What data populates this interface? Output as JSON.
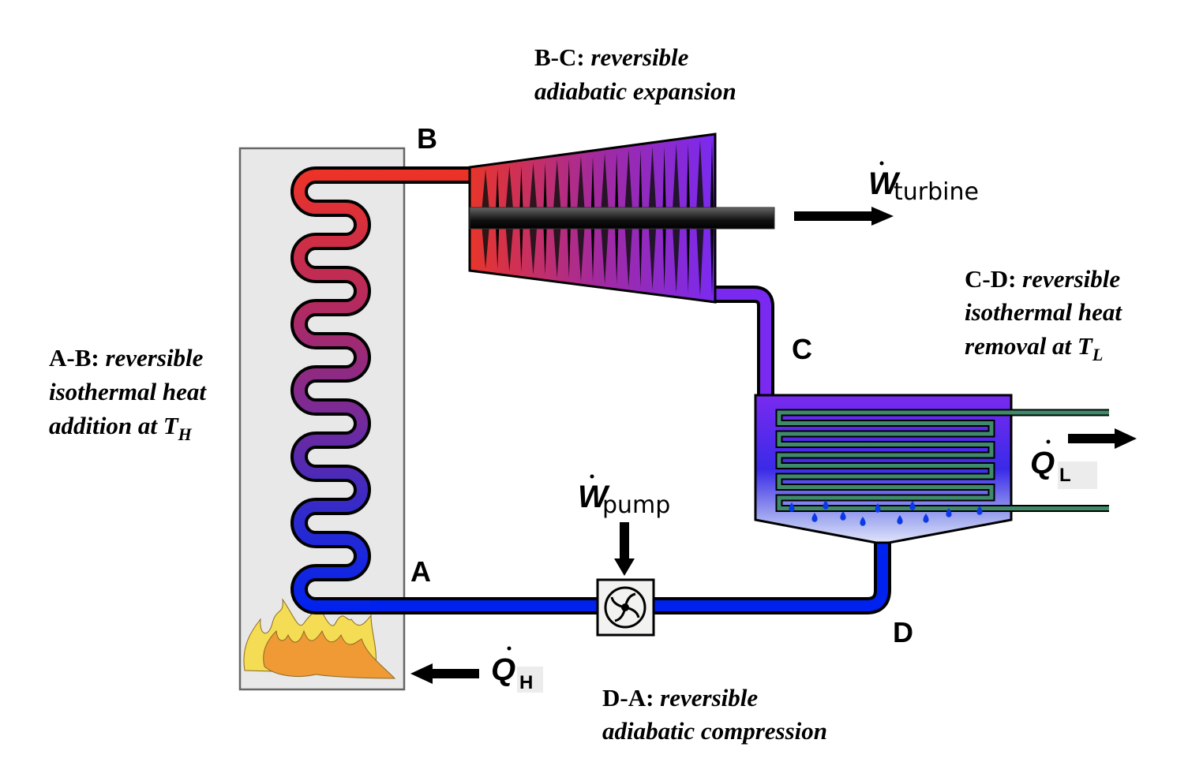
{
  "points": {
    "A": "A",
    "B": "B",
    "C": "C",
    "D": "D"
  },
  "processes": {
    "ab": {
      "prefix": "A-B:",
      "line1": "reversible",
      "line2": "isothermal heat",
      "line3": "addition at ",
      "temp": "T",
      "temp_sub": "H"
    },
    "bc": {
      "prefix": "B-C:",
      "line1": "reversible",
      "line2": "adiabatic expansion"
    },
    "cd": {
      "prefix": "C-D:",
      "line1": "reversible",
      "line2": "isothermal heat",
      "line3": "removal at ",
      "temp": "T",
      "temp_sub": "L"
    },
    "da": {
      "prefix": "D-A:",
      "line1": "reversible",
      "line2": "adiabatic compression"
    }
  },
  "quantities": {
    "w_turbine": {
      "symbol": "W",
      "sub": "turbine"
    },
    "w_pump": {
      "symbol": "W",
      "sub": "pump"
    },
    "q_h": {
      "symbol": "Q",
      "sub": "H"
    },
    "q_l": {
      "symbol": "Q",
      "sub": "L"
    }
  },
  "colors": {
    "hot": "#e8352a",
    "cold": "#0022ee",
    "mid": "#7a2ad8",
    "condenser_coil": "#3f8a6a",
    "boiler_box": "#e8e8e8"
  },
  "icons": [
    "flame-icon",
    "pump-fan-icon",
    "arrow-right-icon",
    "arrow-left-icon",
    "arrow-down-icon"
  ]
}
